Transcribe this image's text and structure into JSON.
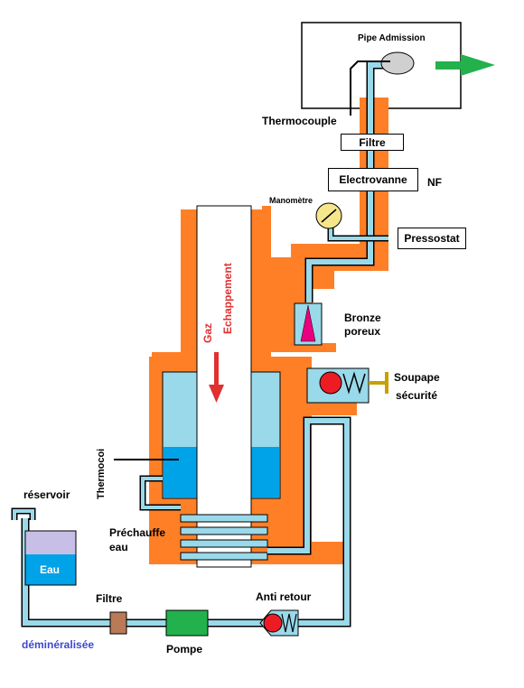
{
  "colors": {
    "orange": "#ff7f27",
    "light_blue": "#99d9ea",
    "water_blue": "#00a2e8",
    "pump_green": "#22b14c",
    "valve_red": "#ed1c24",
    "arrow_green": "#22b14c",
    "gas_arrow": "#e03030",
    "eau_text": "#ffffff",
    "demineralisee_text": "#3f48cc"
  },
  "labels": {
    "pipe_admission": "Pipe   Admission",
    "thermocouple_top": "Thermocouple",
    "filtre_top": "Filtre",
    "electrovanne": "Electrovanne",
    "nf": "NF",
    "manometre": "Manomètre",
    "pressostat": "Pressostat",
    "gaz": "Gaz",
    "echappement": "Echappement",
    "bronze": "Bronze",
    "poreux": "poreux",
    "soupape": "Soupape",
    "securite": "sécurité",
    "thermocouple_side": "Thermocoi",
    "reservoir": "réservoir",
    "prechauffe": "Préchauffe",
    "eau_word": "eau",
    "eau_tank": "Eau",
    "filtre_bottom": "Filtre",
    "anti_retour": "Anti retour",
    "pompe": "Pompe",
    "demineralisee": "déminéralisée"
  }
}
